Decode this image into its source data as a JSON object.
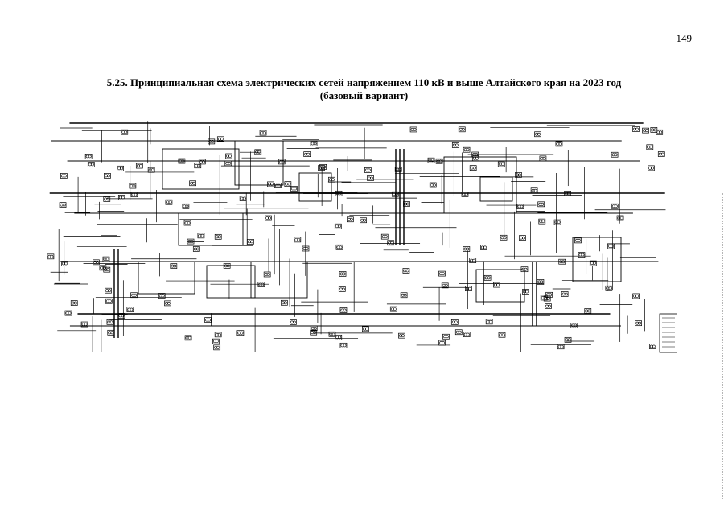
{
  "page": {
    "number": "149",
    "title_line1": "5.25. Принципиальная схема электрических сетей напряжением 110 кВ и выше Алтайского края на 2023 год",
    "title_line2": "(базовый вариант)"
  },
  "colors": {
    "ink": "#000000",
    "background": "#ffffff"
  }
}
